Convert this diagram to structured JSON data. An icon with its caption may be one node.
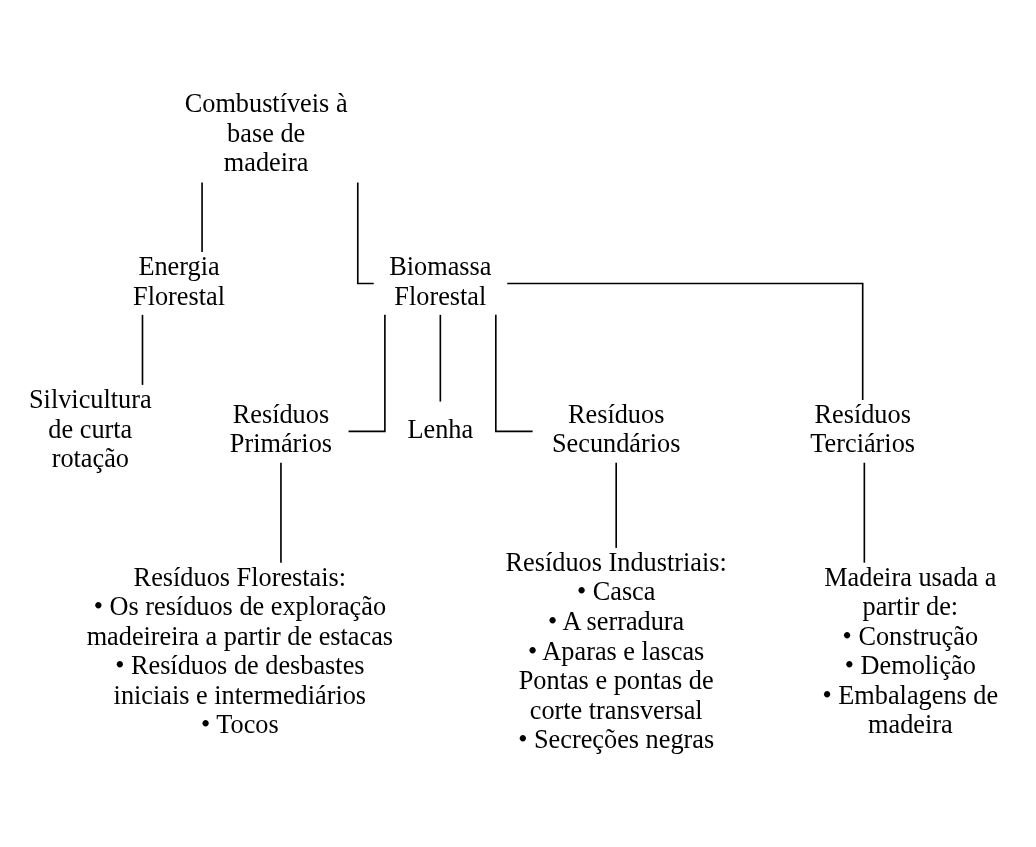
{
  "diagram": {
    "nodes": [
      {
        "text": [
          "Combustíveis à base de madeira"
        ]
      },
      {
        "text": [
          "Energia Florestal"
        ]
      },
      {
        "text": [
          "Biomassa Florestal"
        ]
      },
      {
        "text": [
          "Silvicultura de curta rotação"
        ]
      },
      {
        "text": [
          "Resíduos Primários"
        ]
      },
      {
        "text": [
          "Lenha"
        ]
      },
      {
        "text": [
          "Resíduos Secundários"
        ]
      },
      {
        "text": [
          "Resíduos Terciários"
        ]
      },
      {
        "text": [
          "Resíduos Florestais:",
          "• Os resíduos de exploração madeireira a partir de estacas",
          "• Resíduos de desbastes iniciais e intermediários",
          "• Tocos"
        ]
      },
      {
        "text": [
          "Resíduos Industriais:",
          "• Casca",
          "• A serradura",
          "• Aparas e lascas",
          "Pontas e pontas de corte transversal",
          "• Secreções negras"
        ]
      },
      {
        "text": [
          "Madeira usada a partir de:",
          "• Construção",
          "• Demolição",
          "• Embalagens de madeira"
        ]
      }
    ],
    "edges": [
      {
        "from": 0,
        "to": 1,
        "arrow": "none"
      },
      {
        "from": 0,
        "to": 2,
        "arrow": "none"
      },
      {
        "from": 1,
        "to": 3,
        "arrow": "none"
      },
      {
        "from": 2,
        "to": 4,
        "arrow": "none"
      },
      {
        "from": 2,
        "to": 5,
        "arrow": "none"
      },
      {
        "from": 2,
        "to": 6,
        "arrow": "none"
      },
      {
        "from": 2,
        "to": 7,
        "arrow": "none"
      },
      {
        "from": 4,
        "to": 8,
        "arrow": "none"
      },
      {
        "from": 6,
        "to": 9,
        "arrow": "none"
      },
      {
        "from": 7,
        "to": 10,
        "arrow": "none"
      }
    ]
  }
}
